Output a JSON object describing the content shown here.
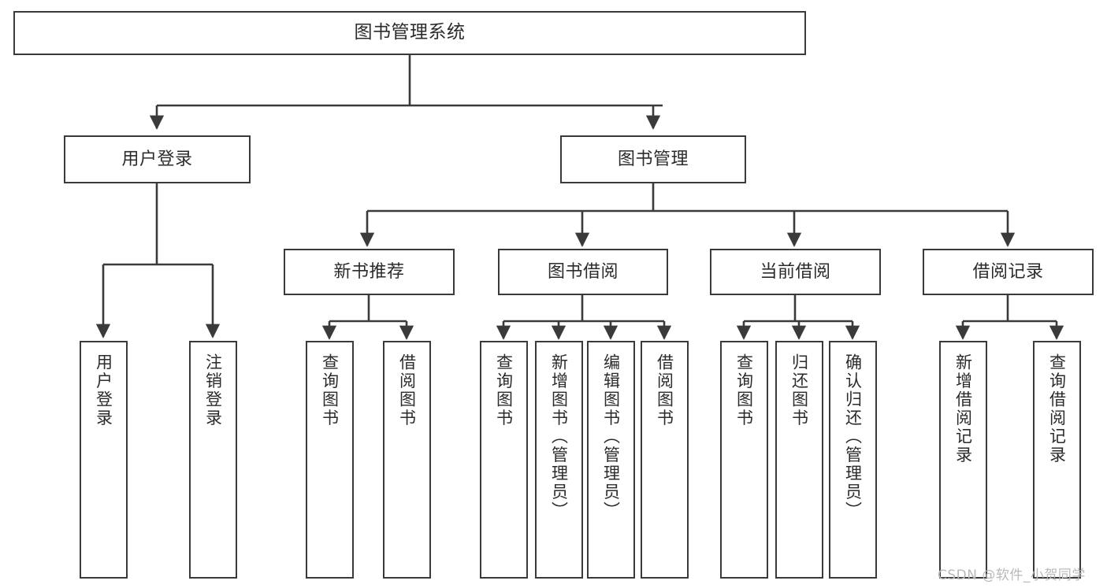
{
  "diagram": {
    "title": "图书管理系统",
    "type": "functional-structure-tree",
    "colors": {
      "stroke": "#3a3a3a",
      "fill": "#ffffff",
      "text": "#2b2b2b",
      "watermark": "#b9b9b9"
    },
    "root": {
      "label": "图书管理系统"
    },
    "level2": [
      {
        "label": "用户登录"
      },
      {
        "label": "图书管理"
      }
    ],
    "level3": [
      {
        "label": "新书推荐"
      },
      {
        "label": "图书借阅"
      },
      {
        "label": "当前借阅"
      },
      {
        "label": "借阅记录"
      }
    ],
    "leaves": {
      "user_login": [
        {
          "label": "用户登录"
        },
        {
          "label": "注销登录"
        }
      ],
      "new_book_recommend": [
        {
          "label": "查询图书"
        },
        {
          "label": "借阅图书"
        }
      ],
      "book_borrow": [
        {
          "label": "查询图书"
        },
        {
          "label": "新增图书（管理员）"
        },
        {
          "label": "编辑图书（管理员）"
        },
        {
          "label": "借阅图书"
        }
      ],
      "current_borrow": [
        {
          "label": "查询图书"
        },
        {
          "label": "归还图书"
        },
        {
          "label": "确认归还（管理员）"
        }
      ],
      "borrow_records": [
        {
          "label": "新增借阅记录"
        },
        {
          "label": "查询借阅记录"
        }
      ]
    }
  },
  "watermark": {
    "text": "CSDN @软件_小贺同学"
  }
}
